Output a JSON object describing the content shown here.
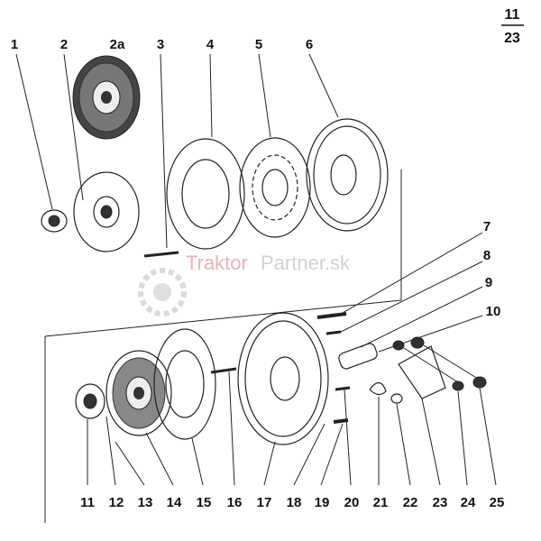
{
  "page_ref": {
    "top": "11",
    "bottom": "23"
  },
  "watermark": {
    "part1": "Traktor",
    "part2": "Partner.sk"
  },
  "callouts": [
    "1",
    "2",
    "2a",
    "3",
    "4",
    "5",
    "6",
    "7",
    "8",
    "9",
    "10",
    "11",
    "12",
    "13",
    "14",
    "15",
    "16",
    "17",
    "18",
    "19",
    "20",
    "21",
    "22",
    "23",
    "24",
    "25"
  ]
}
